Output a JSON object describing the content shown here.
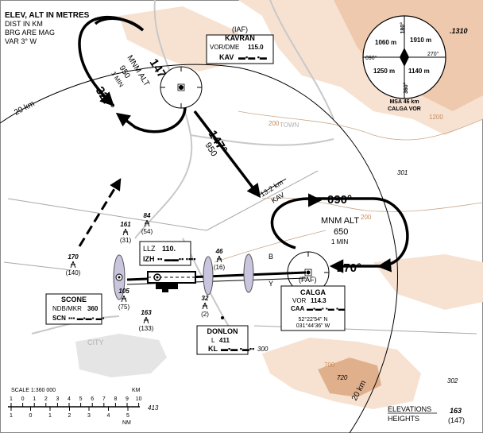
{
  "header": {
    "line1": "ELEV, ALT IN METRES",
    "line2": "DIST IN KM",
    "line3": "BRG ARE MAG",
    "line4": "VAR 3° W"
  },
  "colors": {
    "terrain_light": "#f7e2d2",
    "terrain_mid": "#efc9ad",
    "terrain_dark": "#e0b08d",
    "navaid_fill": "#c9c5df",
    "city": "#e5e5e5"
  },
  "kavran": {
    "iaf": "(IAF)",
    "name": "KAVRAN",
    "freq_label": "VOR/DME",
    "freq": "115.0",
    "ident": "KAV"
  },
  "msa": {
    "north_radial": "180°",
    "south_radial": "360°",
    "west_radial": "090°",
    "east_radial": "270°",
    "nw": "1060 m",
    "ne": "1910 m",
    "sw": "1250 m",
    "se": "1140 m",
    "caption1": "MSA 46 km",
    "caption2": "CALGA VOR"
  },
  "peak_1310": ".1310",
  "holding_kavran": {
    "inbound": "147°",
    "outbound": "327°",
    "mnm": "MNM ALT",
    "alt": "950",
    "time": "1 MIN"
  },
  "transition": {
    "course": "147°",
    "alt": "950",
    "dist": "13.2 km",
    "ident": "KAV"
  },
  "holding_calga": {
    "outbound": "090°",
    "inbound": "270°",
    "mnm": "MNM ALT",
    "alt": "650",
    "time": "1 MIN"
  },
  "arc_label": "20 km",
  "arc_label2": "20 km",
  "town": "TOWN",
  "city": "CITY",
  "calga": {
    "faf": "(FAF)",
    "name": "CALGA",
    "freq_label": "VOR",
    "freq": "114.3",
    "ident": "CAA",
    "lat": "52°22'54\" N",
    "lon": "031°44'36\" W"
  },
  "llz": {
    "label": "LLZ",
    "freq": "110.",
    "ident": "IZH"
  },
  "scone": {
    "name": "SCONE",
    "freq_label": "NDB/MKR",
    "freq": "360",
    "ident": "SCN"
  },
  "donlon": {
    "name": "DONLON",
    "freq_label": "L",
    "freq": "411",
    "ident": "KL"
  },
  "markers": {
    "b": "B",
    "y": "Y"
  },
  "obstacles": [
    {
      "top": "161",
      "bot": "(31)"
    },
    {
      "top": "84",
      "bot": "(54)"
    },
    {
      "top": "170",
      "bot": "(140)"
    },
    {
      "top": "46",
      "bot": "(16)"
    },
    {
      "top": "105",
      "bot": "(75)"
    },
    {
      "top": "163",
      "bot": "(133)"
    },
    {
      "top": "32",
      "bot": "(2)"
    }
  ],
  "spot_elevations": {
    "e301": "301",
    "e300": "300",
    "e720": "720",
    "e302": "302",
    "e413": "413"
  },
  "contours": {
    "c200a": "200",
    "c200b": "200",
    "c1200": "1200",
    "c700": "700"
  },
  "scale": {
    "label": "SCALE 1:360 000",
    "km": "KM",
    "nm": "NM",
    "km_ticks": [
      "1",
      "0",
      "1",
      "2",
      "3",
      "4",
      "5",
      "6",
      "7",
      "8",
      "9",
      "10"
    ],
    "nm_ticks": [
      "1",
      "0",
      "1",
      "2",
      "3",
      "4",
      "5"
    ]
  },
  "legend": {
    "elev_label": "ELEVATIONS",
    "height_label": "HEIGHTS",
    "elev_sample": "163",
    "height_sample": "(147)"
  }
}
